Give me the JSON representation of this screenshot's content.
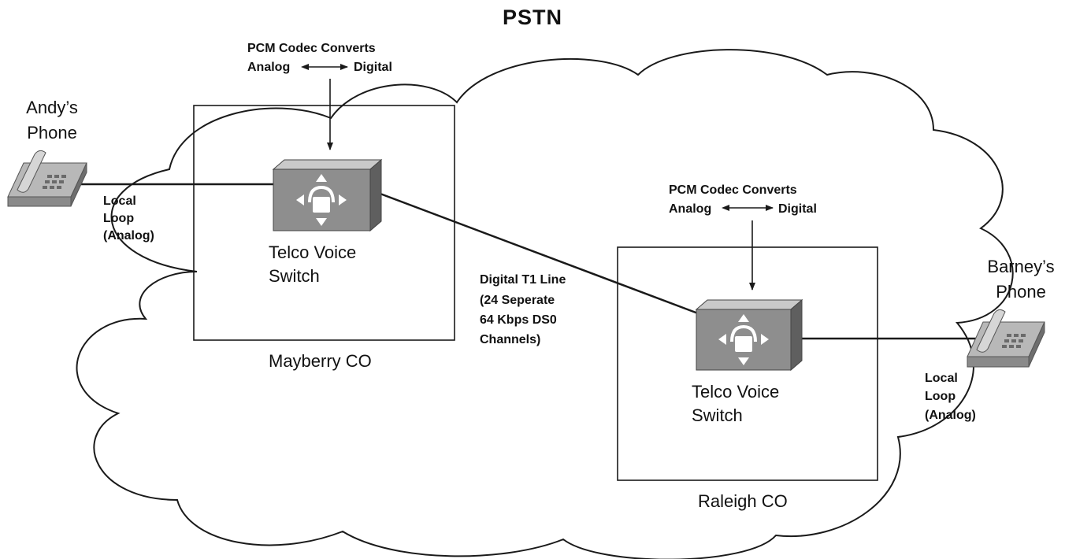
{
  "title": "PSTN",
  "left_codec": {
    "line1": "PCM Codec Converts",
    "left": "Analog",
    "right": "Digital"
  },
  "right_codec": {
    "line1": "PCM Codec Converts",
    "left": "Analog",
    "right": "Digital"
  },
  "andy_phone": {
    "line1": "Andy’s",
    "line2": "Phone"
  },
  "barney_phone": {
    "line1": "Barney’s",
    "line2": "Phone"
  },
  "left_loop": {
    "line1": "Local",
    "line2": "Loop",
    "line3": "(Analog)"
  },
  "right_loop": {
    "line1": "Local",
    "line2": "Loop",
    "line3": "(Analog)"
  },
  "left_switch": {
    "line1": "Telco Voice",
    "line2": "Switch"
  },
  "right_switch": {
    "line1": "Telco Voice",
    "line2": "Switch"
  },
  "trunk": {
    "line1": "Digital T1 Line",
    "line2": "(24 Seperate",
    "line3": "64 Kbps DS0",
    "line4": "Channels)"
  },
  "left_co": "Mayberry CO",
  "right_co": "Raleigh CO",
  "colors": {
    "line": "#1a1a1a",
    "switch_front": "#8e8e8e",
    "switch_top": "#c9c9c9",
    "switch_side": "#5f5f5f",
    "phone": "#a9a9a9"
  }
}
